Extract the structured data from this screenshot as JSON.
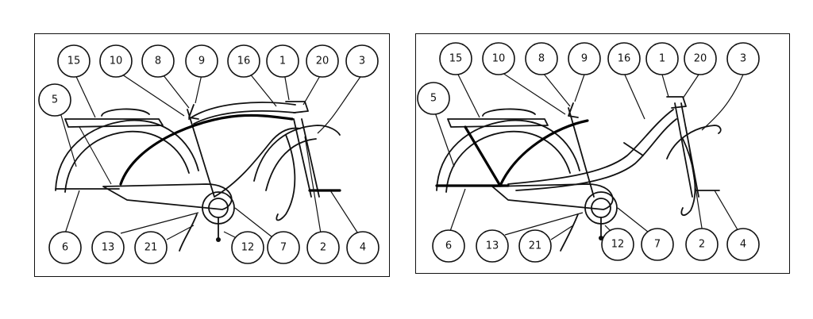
{
  "diagrams": [
    {
      "id": "left",
      "callouts": [
        "15",
        "10",
        "8",
        "9",
        "16",
        "1",
        "20",
        "3",
        "5",
        "6",
        "13",
        "21",
        "12",
        "7",
        "2",
        "4"
      ]
    },
    {
      "id": "right",
      "callouts": [
        "15",
        "10",
        "8",
        "9",
        "16",
        "1",
        "20",
        "3",
        "5",
        "6",
        "13",
        "21",
        "12",
        "7",
        "2",
        "4"
      ]
    }
  ]
}
